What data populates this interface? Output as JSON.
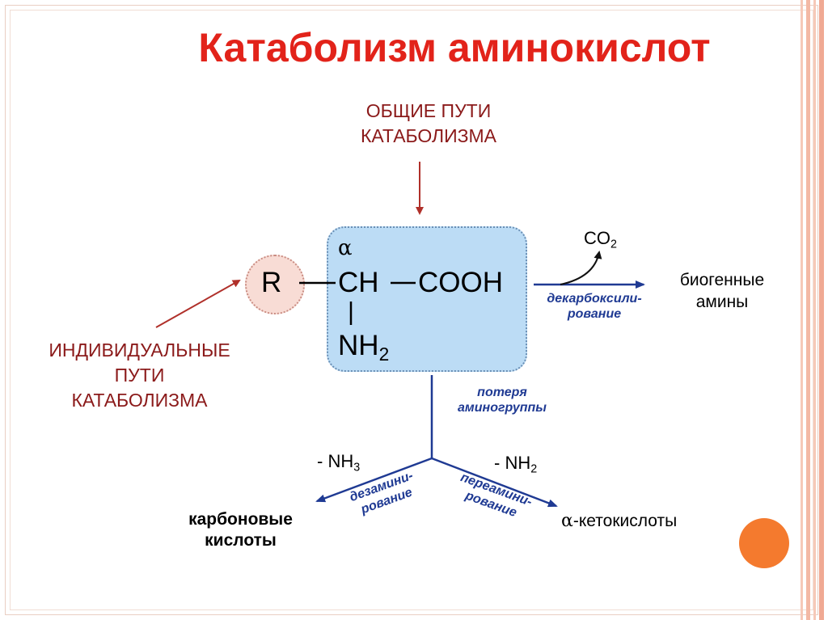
{
  "title": "Катаболизм аминокислот",
  "general_paths": [
    "ОБЩИЕ ПУТИ",
    "КАТАБОЛИЗМА"
  ],
  "individual_paths": [
    "ИНДИВИДУАЛЬНЫЕ",
    "ПУТИ",
    "КАТАБОЛИЗМА"
  ],
  "molecule": {
    "alpha": "α",
    "r_group": "R",
    "ch": "CH",
    "cooh": "COOH",
    "nh": "NH",
    "nh_sub": "2"
  },
  "decarboxylation": {
    "co2": "CO",
    "co2_sub": "2",
    "process": [
      "декарбоксили-",
      "рование"
    ],
    "product": [
      "биогенные",
      "амины"
    ]
  },
  "amino_loss": [
    "потеря",
    "аминогруппы"
  ],
  "deamination": {
    "released": "- NH",
    "released_sub": "3",
    "process": [
      "дезамини-",
      "рование"
    ],
    "product": [
      "карбоновые",
      "кислоты"
    ]
  },
  "transamination": {
    "released": "- NH",
    "released_sub": "2",
    "process": [
      "переамини-",
      "рование"
    ],
    "product_alpha": "α",
    "product": "-кетокислоты"
  },
  "colors": {
    "title": "#e2231a",
    "maroon": "#8b1a1a",
    "blue": "#1f3a93",
    "box": "#bcdcf5",
    "circle": "#f8dcd5",
    "accent": "#f47a2e"
  }
}
